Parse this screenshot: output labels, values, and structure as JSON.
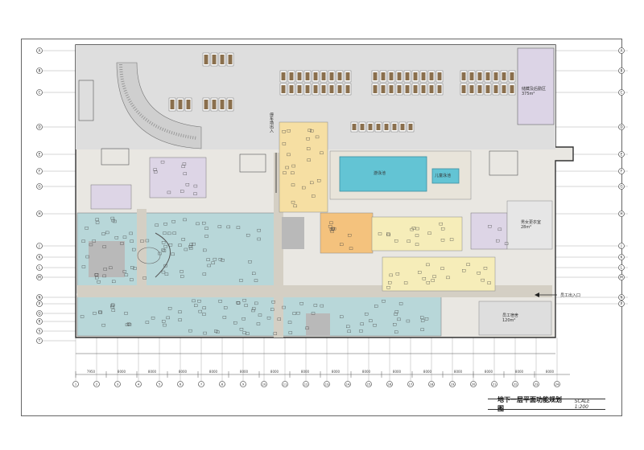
{
  "drawing": {
    "title": "地下一层平面功能规划图",
    "scale": "SCALE 1:200"
  },
  "labels": {
    "parking_entrance": "停车场出入",
    "staff_entrance": "员工出入口",
    "rooms": [
      {
        "id": "storage-hall",
        "text": "储藏及后勤区",
        "sub": "375m²"
      },
      {
        "id": "locker-room",
        "text": "男女更衣室",
        "sub": "28m²"
      },
      {
        "id": "staff-dorm",
        "text": "员工宿舍",
        "sub": "120m²"
      },
      {
        "id": "pool",
        "text": "游泳池"
      },
      {
        "id": "kids-pool",
        "text": "儿童泳池"
      }
    ]
  },
  "colors": {
    "spa": "#b7d6d8",
    "lounge": "#ddd5e6",
    "yellow": "#f6ecb8",
    "orange": "#f4c27d",
    "pool": "#63c4d4",
    "corridor": "#d6d1c7",
    "parking": "#dcdcdc",
    "car": "#8a6f4d",
    "wall": "#333333"
  },
  "grid": {
    "left_marks": [
      "A",
      "B",
      "C",
      "D",
      "E",
      "F",
      "G",
      "H",
      "J",
      "K",
      "L",
      "M",
      "N",
      "P",
      "Q",
      "R",
      "S",
      "T"
    ],
    "bottom_marks": [
      "1",
      "2",
      "3",
      "4",
      "5",
      "6",
      "7",
      "8",
      "9",
      "10",
      "11",
      "12",
      "13",
      "14",
      "15",
      "16",
      "17",
      "18",
      "19",
      "20",
      "21",
      "22",
      "23",
      "24"
    ],
    "dims": [
      "7950",
      "8000",
      "8000",
      "8000",
      "8000",
      "8000",
      "8000",
      "8000",
      "8000",
      "8000",
      "8000",
      "8000",
      "8000",
      "8000",
      "8000",
      "8000"
    ]
  }
}
